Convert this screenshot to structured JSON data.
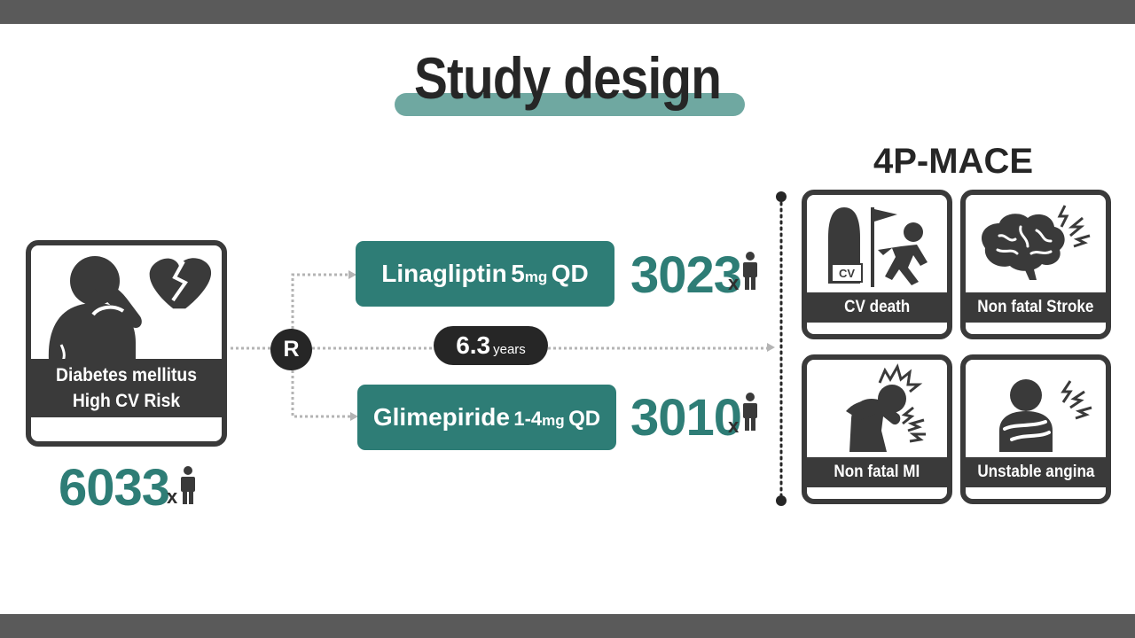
{
  "title": "Study design",
  "population": {
    "line1": "Diabetes mellitus",
    "line2": "High CV Risk",
    "count": "6033",
    "multiplier": "x"
  },
  "randomization": {
    "label": "R"
  },
  "duration": {
    "value": "6.3",
    "unit": "years"
  },
  "arms": [
    {
      "drug": "Linagliptin",
      "dose": "5",
      "dose_unit": "mg",
      "frequency": "QD",
      "count": "3023",
      "multiplier": "x"
    },
    {
      "drug": "Glimepiride",
      "dose": "1-4",
      "dose_unit": "mg",
      "frequency": "QD",
      "count": "3010",
      "multiplier": "x"
    }
  ],
  "outcome": {
    "title": "4P-MACE",
    "components": [
      {
        "label": "CV death",
        "icon": "grim-reaper-icon",
        "icon_text": "CV"
      },
      {
        "label": "Non fatal Stroke",
        "icon": "brain-icon"
      },
      {
        "label": "Non fatal MI",
        "icon": "heart-attack-icon"
      },
      {
        "label": "Unstable angina",
        "icon": "chest-pain-icon"
      }
    ]
  },
  "colors": {
    "accent": "#2e7d76",
    "title_underline": "#6fa8a1",
    "dark": "#3a3a3a",
    "bar": "#5a5a5a"
  }
}
